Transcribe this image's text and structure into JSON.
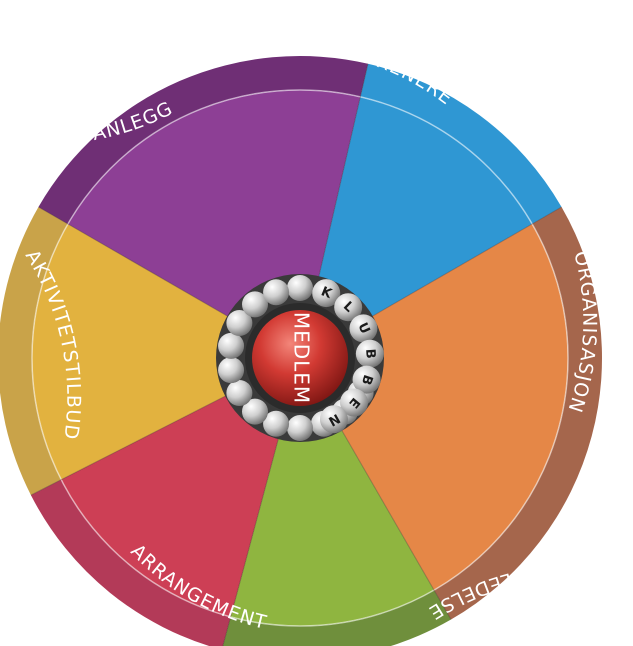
{
  "segments": [
    {
      "id": "trenere",
      "label": "TRENERE",
      "color": "#2f97d3",
      "ring_color": "#2f97d3"
    },
    {
      "id": "organisasjon",
      "label": "ORGANISASJON",
      "color": "#e58747",
      "ring_color": "#a5664c"
    },
    {
      "id": "ledelse",
      "label": "LEDELSE",
      "color": "#8fb540",
      "ring_color": "#6f8f3c"
    },
    {
      "id": "arrangement",
      "label": "ARRANGEMENT",
      "color": "#cd3f55",
      "ring_color": "#b33a58"
    },
    {
      "id": "aktivitetstilbud",
      "label": "AKTIVITETSTILBUD",
      "color": "#e2b23f",
      "ring_color": "#c9a349"
    },
    {
      "id": "anlegg",
      "label": "ANLEGG",
      "color": "#8d3f95",
      "ring_color": "#6f2f75"
    }
  ],
  "center": {
    "label": "MEDLEM",
    "color": "#c8332f"
  },
  "bead_ring": {
    "letters": [
      "K",
      "L",
      "U",
      "B",
      "B",
      "E",
      "N"
    ]
  }
}
